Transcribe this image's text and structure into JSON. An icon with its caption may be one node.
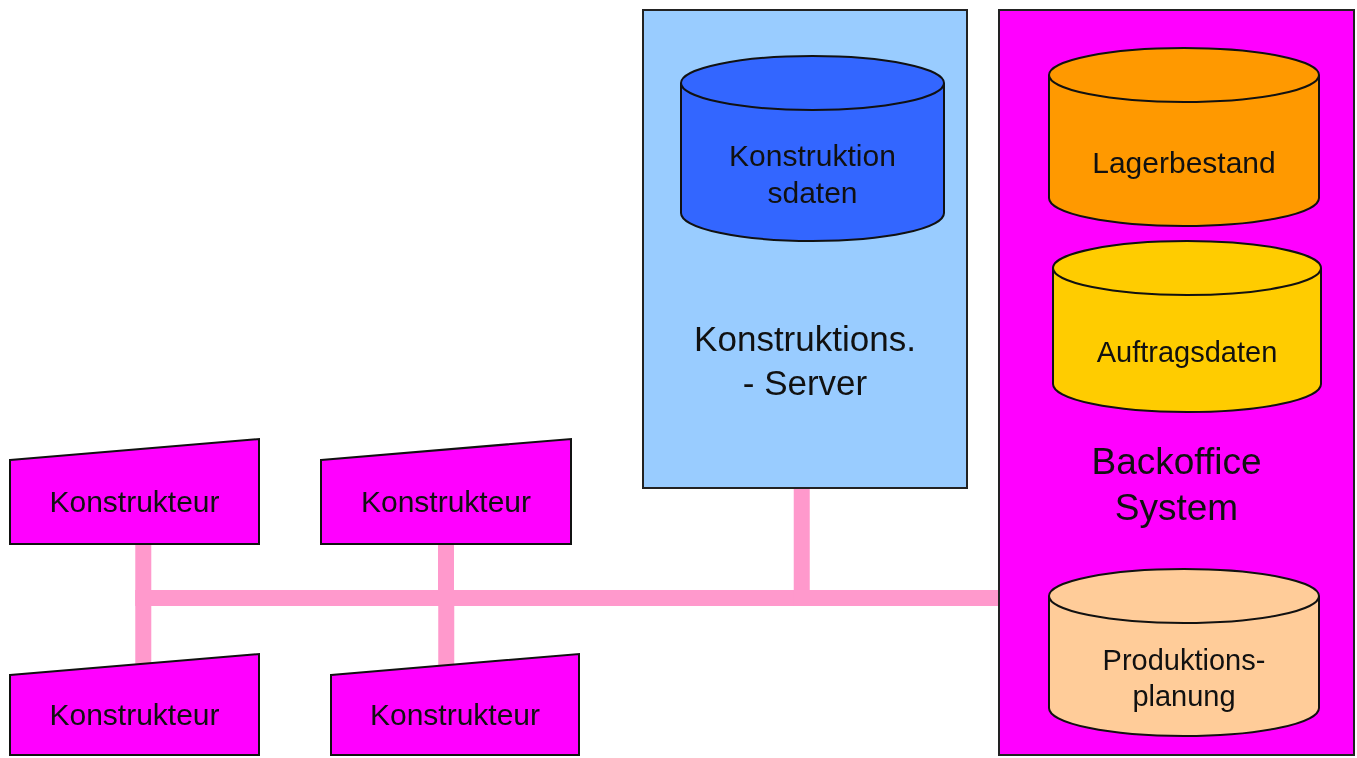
{
  "diagram": {
    "nodes": [
      {
        "text": [
          "Konstruktions. - Server"
        ]
      },
      {
        "text": [
          "Konstruktion sdaten"
        ],
        "in": 0
      },
      {
        "text": [
          "Backoffice System"
        ]
      },
      {
        "text": [
          "Lagerbestand"
        ],
        "in": 2
      },
      {
        "text": [
          "Auftragsdaten"
        ],
        "in": 2
      },
      {
        "text": [
          "Produktions- planung"
        ],
        "in": 2
      },
      {
        "text": [
          "Konstrukteur"
        ]
      },
      {
        "text": [
          "Konstrukteur"
        ]
      },
      {
        "text": [
          "Konstrukteur"
        ]
      },
      {
        "text": [
          "Konstrukteur"
        ]
      }
    ],
    "edges": [
      {
        "from": 6,
        "to": 2,
        "arrow": "none"
      },
      {
        "from": 7,
        "to": 2,
        "arrow": "none"
      },
      {
        "from": 8,
        "to": 2,
        "arrow": "none"
      },
      {
        "from": 9,
        "to": 2,
        "arrow": "none"
      },
      {
        "from": 0,
        "to": 2,
        "arrow": "none"
      }
    ]
  }
}
